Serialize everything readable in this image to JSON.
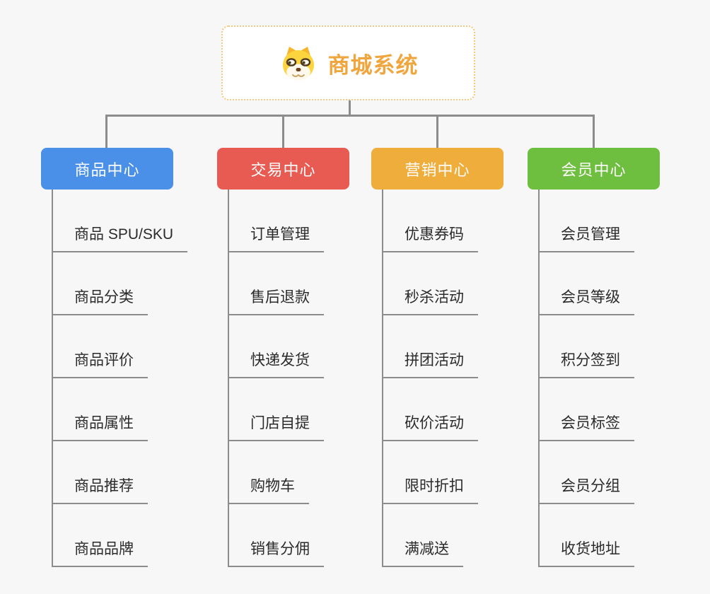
{
  "root": {
    "title": "商城系统",
    "icon": "shiba-dog-icon",
    "text_color": "#F0A63E",
    "border_color": "#F5C87E"
  },
  "branches": [
    {
      "label": "商品中心",
      "color": "#4A8FE8",
      "children": [
        "商品 SPU/SKU",
        "商品分类",
        "商品评价",
        "商品属性",
        "商品推荐",
        "商品品牌"
      ]
    },
    {
      "label": "交易中心",
      "color": "#E75B52",
      "children": [
        "订单管理",
        "售后退款",
        "快递发货",
        "门店自提",
        "购物车",
        "销售分佣"
      ]
    },
    {
      "label": "营销中心",
      "color": "#EFAD3C",
      "children": [
        "优惠券码",
        "秒杀活动",
        "拼团活动",
        "砍价活动",
        "限时折扣",
        "满减送"
      ]
    },
    {
      "label": "会员中心",
      "color": "#6EBE3F",
      "children": [
        "会员管理",
        "会员等级",
        "积分签到",
        "会员标签",
        "会员分组",
        "收货地址"
      ]
    }
  ],
  "colors": {
    "background": "#F7F7F7",
    "connector": "#8C8C8C",
    "item_text": "#2B2B2B"
  }
}
